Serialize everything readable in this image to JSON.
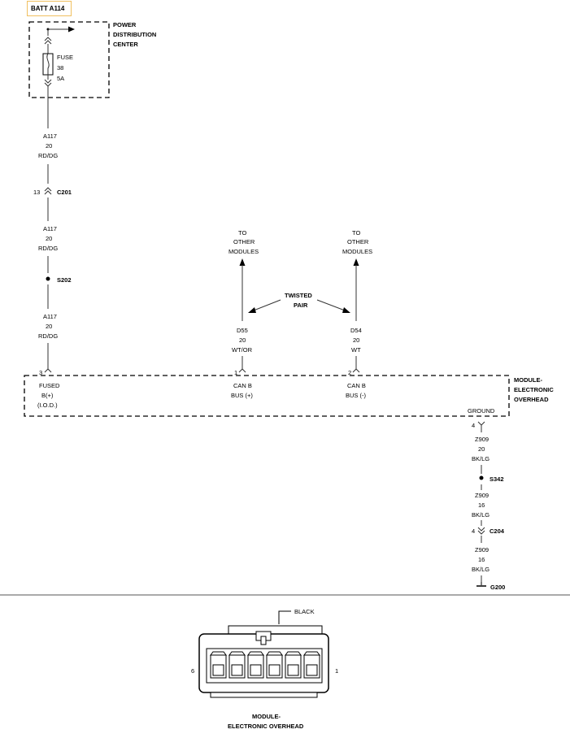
{
  "battery_label": "BATT A114",
  "pdc": {
    "title": [
      "POWER",
      "DISTRIBUTION",
      "CENTER"
    ],
    "fuse": [
      "FUSE",
      "38",
      "5A"
    ]
  },
  "feed_circuit": {
    "segment1": [
      "A117",
      "20",
      "RD/DG"
    ],
    "c201_pin": "13",
    "c201_label": "C201",
    "segment2": [
      "A117",
      "20",
      "RD/DG"
    ],
    "s202_label": "S202",
    "segment3": [
      "A117",
      "20",
      "RD/DG"
    ],
    "pin": "3"
  },
  "can_plus": {
    "to": [
      "TO",
      "OTHER",
      "MODULES"
    ],
    "circuit": [
      "D55",
      "20",
      "WT/OR"
    ],
    "pin": "1",
    "function": [
      "CAN B",
      "BUS (+)"
    ]
  },
  "can_minus": {
    "to": [
      "TO",
      "OTHER",
      "MODULES"
    ],
    "circuit": [
      "D54",
      "20",
      "WT"
    ],
    "pin": "2",
    "function": [
      "CAN B",
      "BUS (-)"
    ]
  },
  "twisted_pair": [
    "TWISTED",
    "PAIR"
  ],
  "module": {
    "title": [
      "MODULE-",
      "ELECTRONIC",
      "OVERHEAD"
    ],
    "fused_label": [
      "FUSED",
      "B(+)",
      "(I.O.D.)"
    ],
    "ground_label": "GROUND"
  },
  "ground_circuit": {
    "pin": "4",
    "segment1": [
      "Z909",
      "20",
      "BK/LG"
    ],
    "s342_label": "S342",
    "segment2": [
      "Z909",
      "16",
      "BK/LG"
    ],
    "c204_pin": "4",
    "c204_label": "C204",
    "segment3": [
      "Z909",
      "16",
      "BK/LG"
    ],
    "ground_point": "G200"
  },
  "connector_view": {
    "color_label": "BLACK",
    "pin_left": "6",
    "pin_right": "1",
    "title": [
      "MODULE-",
      "ELECTRONIC OVERHEAD"
    ]
  }
}
